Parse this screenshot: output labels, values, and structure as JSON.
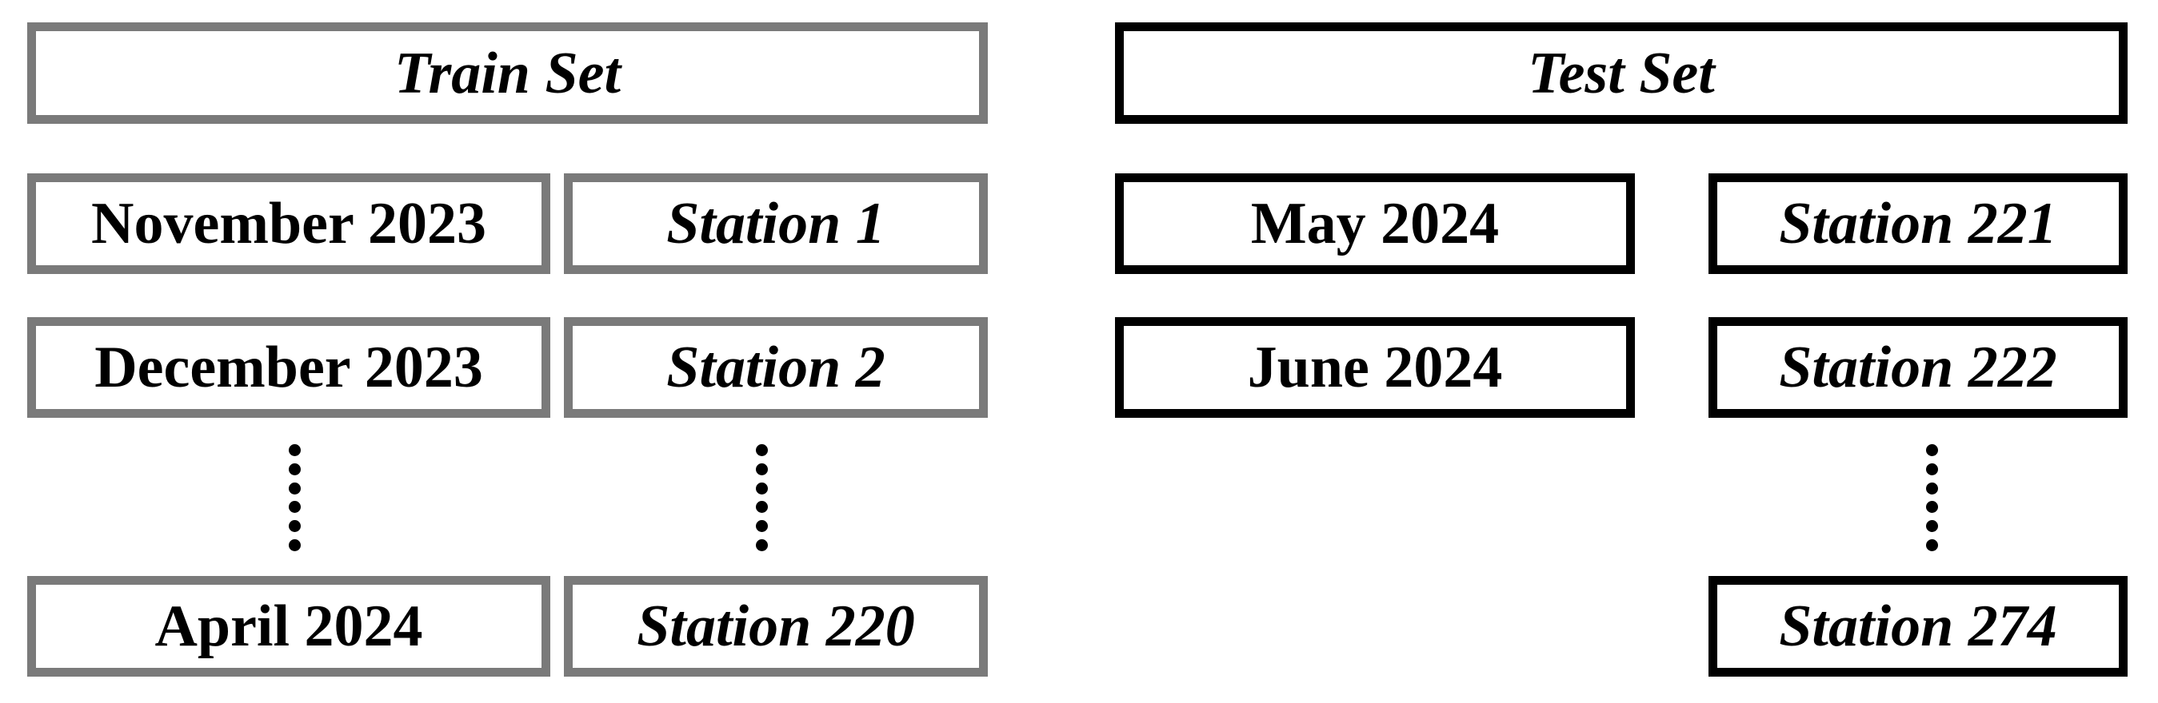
{
  "figure": {
    "background": "#ffffff",
    "text_color": "#000000"
  },
  "train_set": {
    "title": "Train Set",
    "border_color": "#7a7a7a",
    "months": [
      "November 2023",
      "December 2023",
      "April 2024"
    ],
    "stations": [
      "Station 1",
      "Station 2",
      "Station 220"
    ],
    "ellipsis": "⋮"
  },
  "test_set": {
    "title": "Test Set",
    "border_color": "#000000",
    "months": [
      "May 2024",
      "June 2024"
    ],
    "stations": [
      "Station 221",
      "Station 222",
      "Station 274"
    ],
    "ellipsis": "⋮"
  }
}
